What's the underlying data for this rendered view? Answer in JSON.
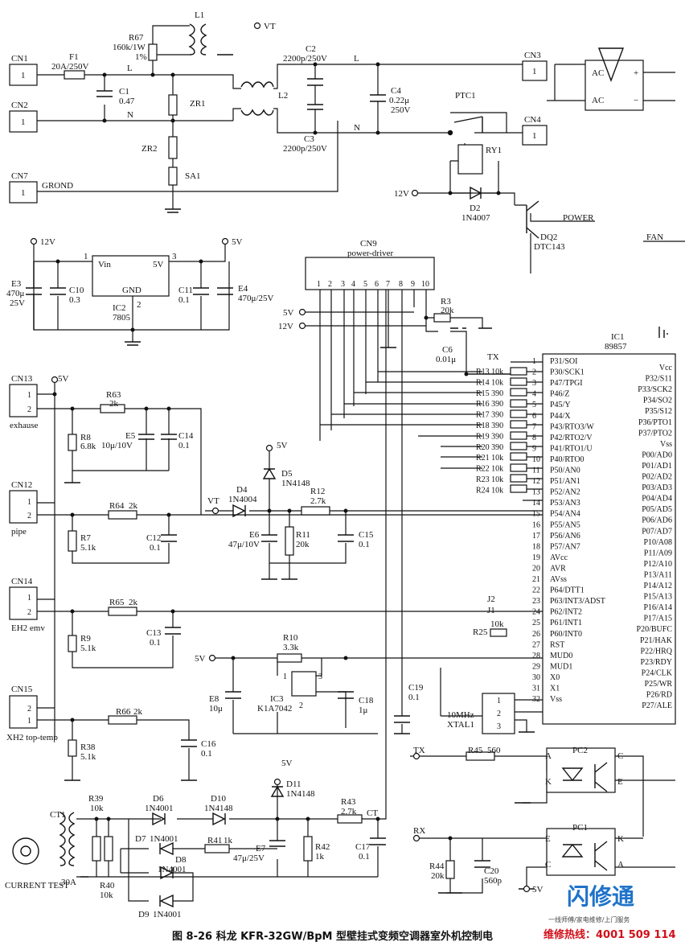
{
  "connectors": {
    "cn1": {
      "name": "CN1",
      "pin": "1"
    },
    "cn2": {
      "name": "CN2",
      "pin": "1"
    },
    "cn7": {
      "name": "CN7",
      "pin": "1",
      "net": "GROND"
    },
    "cn3": {
      "name": "CN3",
      "pin": "1"
    },
    "cn4": {
      "name": "CN4",
      "pin": "1"
    },
    "cn9": {
      "name": "CN9",
      "desc": "power-driver",
      "pins": [
        "1",
        "2",
        "3",
        "4",
        "5",
        "6",
        "7",
        "8",
        "9",
        "10"
      ]
    },
    "cn13": {
      "name": "CN13",
      "desc": "exhause",
      "pins": [
        "1",
        "2"
      ]
    },
    "cn12": {
      "name": "CN12",
      "desc": "pipe",
      "pins": [
        "1",
        "2"
      ]
    },
    "cn14": {
      "name": "CN14",
      "desc": "EH2 emv",
      "pins": [
        "1",
        "2"
      ]
    },
    "cn15": {
      "name": "CN15",
      "desc": "XH2 top-temp",
      "pins": [
        "2",
        "1"
      ]
    }
  },
  "power_section": {
    "f1": {
      "ref": "F1",
      "val": "20A/250V"
    },
    "r67": {
      "ref": "R67",
      "val": "160k/1W",
      "val2": "1%"
    },
    "l1": "L1",
    "vt": "VT",
    "c1": {
      "ref": "C1",
      "val": "0.47"
    },
    "zr1": "ZR1",
    "zr2": "ZR2",
    "sa1": "SA1",
    "l2": "L2",
    "c2": {
      "ref": "C2",
      "val": "2200p/250V"
    },
    "c3": {
      "ref": "C3",
      "val": "2200p/250V"
    },
    "c4": {
      "ref": "C4",
      "val": "0.22μ",
      "val2": "250V"
    },
    "ptc1": "PTC1",
    "ry1": "RY1",
    "d2": {
      "ref": "D2",
      "val": "1N4007"
    },
    "dq2": {
      "ref": "DQ2",
      "val": "DTC143"
    },
    "power_label": "POWER",
    "fan_label": "FAN",
    "v12": "12V",
    "line_l": "L",
    "line_n": "N",
    "ac1": "AC",
    "ac2": "AC",
    "plus": "+",
    "minus": "−"
  },
  "regulator": {
    "ic2": {
      "ref": "IC2",
      "val": "7805"
    },
    "vin": "Vin",
    "vout": "5V",
    "gnd": "GND",
    "pin1": "1",
    "pin2": "2",
    "pin3": "3",
    "in_rail": "12V",
    "out_rail": "5V",
    "e3": {
      "ref": "E3",
      "val": "470μ",
      "val2": "25V"
    },
    "c10": {
      "ref": "C10",
      "val": "0.3"
    },
    "c11": {
      "ref": "C11",
      "val": "0.1"
    },
    "e4": {
      "ref": "E4",
      "val": "470μ/25V"
    }
  },
  "mcu": {
    "ref": "IC1",
    "part": "89857",
    "left_pins": [
      {
        "n": "1",
        "name": "P31/SOI"
      },
      {
        "n": "2",
        "name": "P30/SCK1"
      },
      {
        "n": "3",
        "name": "P47/TPGI"
      },
      {
        "n": "4",
        "name": "P46/Z"
      },
      {
        "n": "5",
        "name": "P45/Y"
      },
      {
        "n": "6",
        "name": "P44/X"
      },
      {
        "n": "7",
        "name": "P43/RTO3/W"
      },
      {
        "n": "8",
        "name": "P42/RTO2/V"
      },
      {
        "n": "9",
        "name": "P41/RTO1/U"
      },
      {
        "n": "10",
        "name": "P40/RTO0"
      },
      {
        "n": "11",
        "name": "P50/AN0"
      },
      {
        "n": "12",
        "name": "P51/AN1"
      },
      {
        "n": "13",
        "name": "P52/AN2"
      },
      {
        "n": "14",
        "name": "P53/AN3"
      },
      {
        "n": "15",
        "name": "P54/AN4"
      },
      {
        "n": "16",
        "name": "P55/AN5"
      },
      {
        "n": "17",
        "name": "P56/AN6"
      },
      {
        "n": "18",
        "name": "P57/AN7"
      },
      {
        "n": "19",
        "name": "AVcc"
      },
      {
        "n": "20",
        "name": "AVR"
      },
      {
        "n": "21",
        "name": "AVss"
      },
      {
        "n": "22",
        "name": "P64/DTT1"
      },
      {
        "n": "23",
        "name": "P63/INT3/ADST"
      },
      {
        "n": "24",
        "name": "P62/INT2"
      },
      {
        "n": "25",
        "name": "P61/INT1"
      },
      {
        "n": "26",
        "name": "P60/INT0"
      },
      {
        "n": "27",
        "name": "RST"
      },
      {
        "n": "28",
        "name": "MUD0"
      },
      {
        "n": "29",
        "name": "MUD1"
      },
      {
        "n": "30",
        "name": "X0"
      },
      {
        "n": "31",
        "name": "X1"
      },
      {
        "n": "32",
        "name": "Vss"
      }
    ],
    "right_pins": [
      "Vcc",
      "P32/S11",
      "P33/SCK2",
      "P34/SO2",
      "P35/S12",
      "P36/PTO1",
      "P37/PTO2",
      "Vss",
      "P00/AD0",
      "P01/AD1",
      "P02/AD2",
      "P03/AD3",
      "P04/AD4",
      "P05/AD5",
      "P06/AD6",
      "P07/AD7",
      "P10/A08",
      "P11/A09",
      "P12/A10",
      "P13/A11",
      "P14/A12",
      "P15/A13",
      "P16/A14",
      "P17/A15",
      "P20/BUFC",
      "P21/HAK",
      "P22/HRQ",
      "P23/RDY",
      "P24/CLK",
      "P25/WR",
      "P26/RD",
      "P27/ALE"
    ],
    "tx": "TX",
    "j2": "J2",
    "j1": "J1"
  },
  "resistor_bank": [
    {
      "ref": "R13",
      "val": "10k"
    },
    {
      "ref": "R14",
      "val": "10k"
    },
    {
      "ref": "R15",
      "val": "390"
    },
    {
      "ref": "R16",
      "val": "390"
    },
    {
      "ref": "R17",
      "val": "390"
    },
    {
      "ref": "R18",
      "val": "390"
    },
    {
      "ref": "R19",
      "val": "390"
    },
    {
      "ref": "R20",
      "val": "390"
    },
    {
      "ref": "R21",
      "val": "10k"
    },
    {
      "ref": "R22",
      "val": "10k"
    },
    {
      "ref": "R23",
      "val": "10k"
    },
    {
      "ref": "R24",
      "val": "10k"
    }
  ],
  "misc": {
    "r3": {
      "ref": "R3",
      "val": "20k"
    },
    "c6": {
      "ref": "C6",
      "val": "0.01μ"
    },
    "r25": {
      "ref": "R25",
      "val": "10k"
    },
    "rail5v_a": "5V",
    "rail12v_a": "12V",
    "d5": {
      "ref": "D5",
      "val": "1N4148"
    },
    "d4": {
      "ref": "D4",
      "val": "1N4004"
    },
    "r12": {
      "ref": "R12",
      "val": "2.7k"
    },
    "e6": {
      "ref": "E6",
      "val": "47μ/10V"
    },
    "r11": {
      "ref": "R11",
      "val": "20k"
    },
    "c15": {
      "ref": "C15",
      "val": "0.1"
    },
    "vt2": "VT",
    "d5_rail": "5V"
  },
  "sensors": {
    "r63": {
      "ref": "R63",
      "val": "2k"
    },
    "r8": {
      "ref": "R8",
      "val": "6.8k"
    },
    "e5": {
      "ref": "E5",
      "val": "10μ/10V"
    },
    "c14": {
      "ref": "C14",
      "val": "0.1"
    },
    "r64": {
      "ref": "R64",
      "val": "2k"
    },
    "r7": {
      "ref": "R7",
      "val": "5.1k"
    },
    "c12": {
      "ref": "C12",
      "val": "0.1"
    },
    "r65": {
      "ref": "R65",
      "val": "2k"
    },
    "r9": {
      "ref": "R9",
      "val": "5.1k"
    },
    "c13": {
      "ref": "C13",
      "val": "0.1"
    },
    "r66": {
      "ref": "R66",
      "val": "2k"
    },
    "r38": {
      "ref": "R38",
      "val": "5.1k"
    },
    "c16": {
      "ref": "C16",
      "val": "0.1"
    },
    "rail5v": "5V"
  },
  "reset": {
    "rail5v": "5V",
    "r10": {
      "ref": "R10",
      "val": "3.3k"
    },
    "ic3": {
      "ref": "IC3",
      "val": "K1A7042"
    },
    "e8": {
      "ref": "E8",
      "val": "10μ"
    },
    "c18": {
      "ref": "C18",
      "val": "1μ"
    },
    "c19": {
      "ref": "C19",
      "val": "0.1"
    },
    "p1": "1",
    "p2": "2",
    "p3": "3",
    "xtal": {
      "ref": "XTAL1",
      "val": "10MHz"
    },
    "xp1": "1",
    "xp2": "2",
    "xp3": "3"
  },
  "current": {
    "ct1": "CT1",
    "ct_val": "30A",
    "test_label": "CURRENT TEST",
    "r39": {
      "ref": "R39",
      "val": "10k"
    },
    "r40": {
      "ref": "R40",
      "val": "10k"
    },
    "d6": {
      "ref": "D6",
      "val": "1N4001"
    },
    "d7": {
      "ref": "D7",
      "val": "1N4001"
    },
    "d8": {
      "ref": "D8",
      "val": "1N4001"
    },
    "d9": {
      "ref": "D9",
      "val": "1N4001"
    },
    "d10": {
      "ref": "D10",
      "val": "1N4148"
    },
    "d11": {
      "ref": "D11",
      "val": "1N4148"
    },
    "r41": {
      "ref": "R41",
      "val": "1k"
    },
    "e7": {
      "ref": "E7",
      "val": "47μ/25V"
    },
    "r42": {
      "ref": "R42",
      "val": "1k"
    },
    "r43": {
      "ref": "R43",
      "val": "2.7k"
    },
    "c17": {
      "ref": "C17",
      "val": "0.1"
    },
    "ct_net": "CT",
    "rail5v": "5V"
  },
  "optos": {
    "tx": "TX",
    "rx": "RX",
    "r45": {
      "ref": "R45",
      "val": "560"
    },
    "r44": {
      "ref": "R44",
      "val": "20k"
    },
    "c20": {
      "ref": "C20",
      "val": "560p"
    },
    "pc2": "PC2",
    "pc1": "PC1",
    "a": "A",
    "k": "K",
    "c": "C",
    "e": "E",
    "rail5v": "5V"
  },
  "caption": "图 8-26   科龙 KFR-32GW/BpM 型壁挂式变频空调器室外机控制电",
  "watermark": {
    "brand": "闪修通",
    "slogan": "一线师傅/家电维修/上门服务",
    "hotline": "维修热线：4001 509 114"
  }
}
